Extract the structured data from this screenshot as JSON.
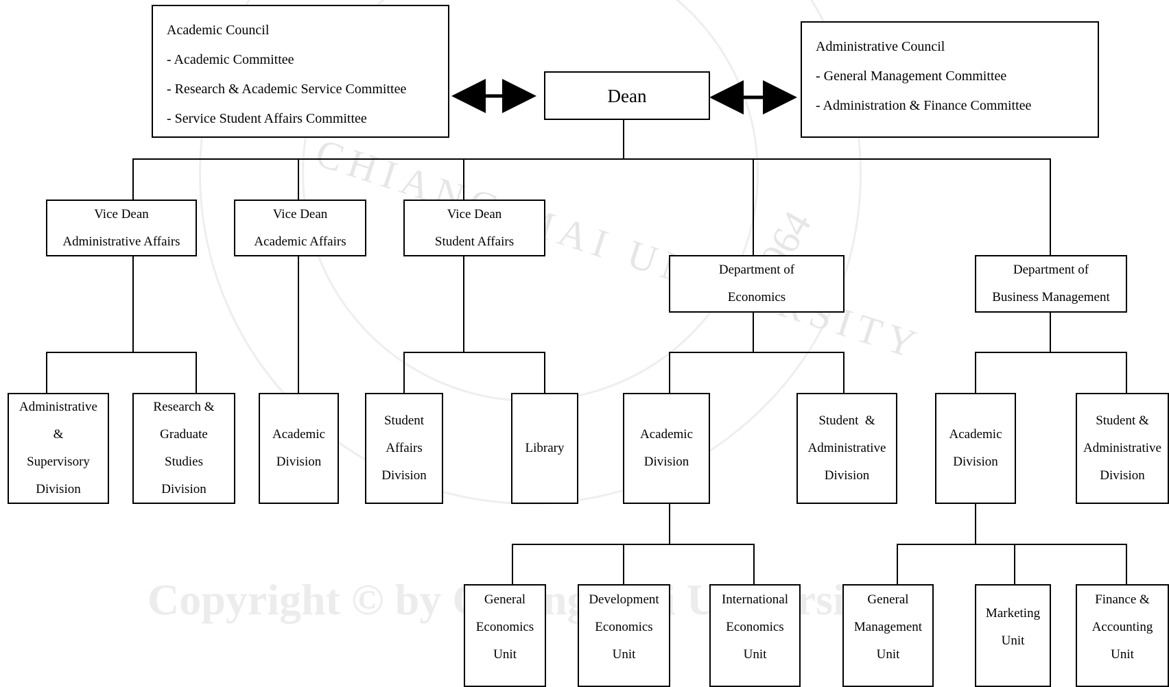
{
  "top": {
    "academic_council": [
      "Academic Council",
      "- Academic Committee",
      "- Research & Academic Service Committee",
      "- Service Student Affairs Committee"
    ],
    "dean": "Dean",
    "administrative_council": [
      "Administrative Council",
      "- General Management Committee",
      "- Administration & Finance Committee"
    ]
  },
  "level2": {
    "vd_admin": [
      "Vice Dean",
      "Administrative Affairs"
    ],
    "vd_academic": [
      "Vice Dean",
      "Academic Affairs"
    ],
    "vd_student": [
      "Vice Dean",
      "Student Affairs"
    ],
    "dept_econ": [
      "Department of",
      "Economics"
    ],
    "dept_bm": [
      "Department of",
      "Business Management"
    ]
  },
  "level3": {
    "admin_sup": [
      "Administrative",
      "&",
      "Supervisory",
      "Division"
    ],
    "research_grad": [
      "Research &",
      "Graduate",
      "Studies",
      "Division"
    ],
    "academic_div_1": [
      "Academic",
      "Division"
    ],
    "student_affairs": [
      "Student",
      "Affairs",
      "Division"
    ],
    "library": [
      "Library"
    ],
    "econ_academic": [
      "Academic",
      "Division"
    ],
    "econ_student_admin": [
      "Student  &",
      "Administrative",
      "Division"
    ],
    "bm_academic": [
      "Academic",
      "Division"
    ],
    "bm_student_admin": [
      "Student &",
      "Administrative",
      "Division"
    ]
  },
  "level4": {
    "general_econ": [
      "General",
      "Economics",
      "Unit"
    ],
    "development_econ": [
      "Development",
      "Economics",
      "Unit"
    ],
    "international_econ": [
      "International",
      "Economics",
      "Unit"
    ],
    "general_mgmt": [
      "General",
      "Management",
      "Unit"
    ],
    "marketing": [
      "Marketing",
      "Unit"
    ],
    "finance_acc": [
      "Finance &",
      "Accounting",
      "Unit"
    ]
  },
  "watermark": {
    "seal_text": "CHIANG MAI UNIVERSITY",
    "seal_year": "1964",
    "copyright": "Copyright © by Chiang Mai University"
  }
}
